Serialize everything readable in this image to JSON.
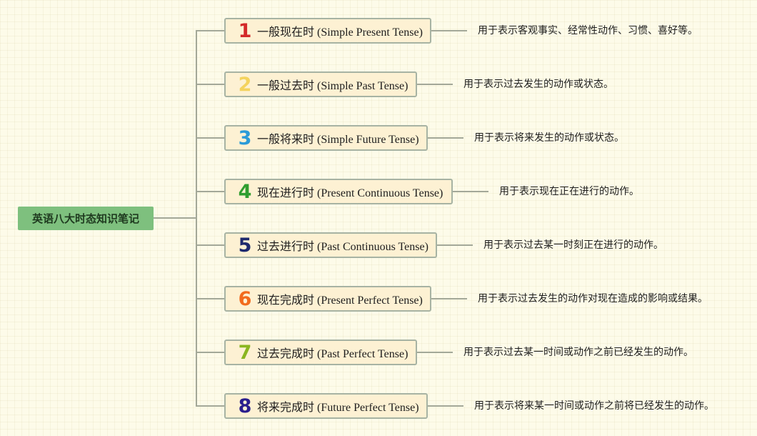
{
  "root": {
    "label": "英语八大时态知识笔记"
  },
  "branches": [
    {
      "number": "1",
      "number_color": "#d42a2a",
      "label": "一般现在时 (Simple Present Tense)",
      "description": "用于表示客观事实、经常性动作、习惯、喜好等。"
    },
    {
      "number": "2",
      "number_color": "#f4d35e",
      "label": "一般过去时 (Simple Past Tense)",
      "description": "用于表示过去发生的动作或状态。"
    },
    {
      "number": "3",
      "number_color": "#2b9bd8",
      "label": "一般将来时 (Simple Future Tense)",
      "description": "用于表示将来发生的动作或状态。"
    },
    {
      "number": "4",
      "number_color": "#2f9d2f",
      "label": "现在进行时 (Present Continuous Tense)",
      "description": "用于表示现在正在进行的动作。"
    },
    {
      "number": "5",
      "number_color": "#1e2a6e",
      "label": "过去进行时 (Past Continuous Tense)",
      "description": "用于表示过去某一时刻正在进行的动作。"
    },
    {
      "number": "6",
      "number_color": "#f26b1d",
      "label": "现在完成时 (Present Perfect Tense)",
      "description": "用于表示过去发生的动作对现在造成的影响或结果。"
    },
    {
      "number": "7",
      "number_color": "#8ab620",
      "label": "过去完成时 (Past Perfect Tense)",
      "description": "用于表示过去某一时间或动作之前已经发生的动作。"
    },
    {
      "number": "8",
      "number_color": "#2a1e8c",
      "label": "将来完成时 (Future Perfect Tense)",
      "description": "用于表示将来某一时间或动作之前将已经发生的动作。"
    }
  ]
}
